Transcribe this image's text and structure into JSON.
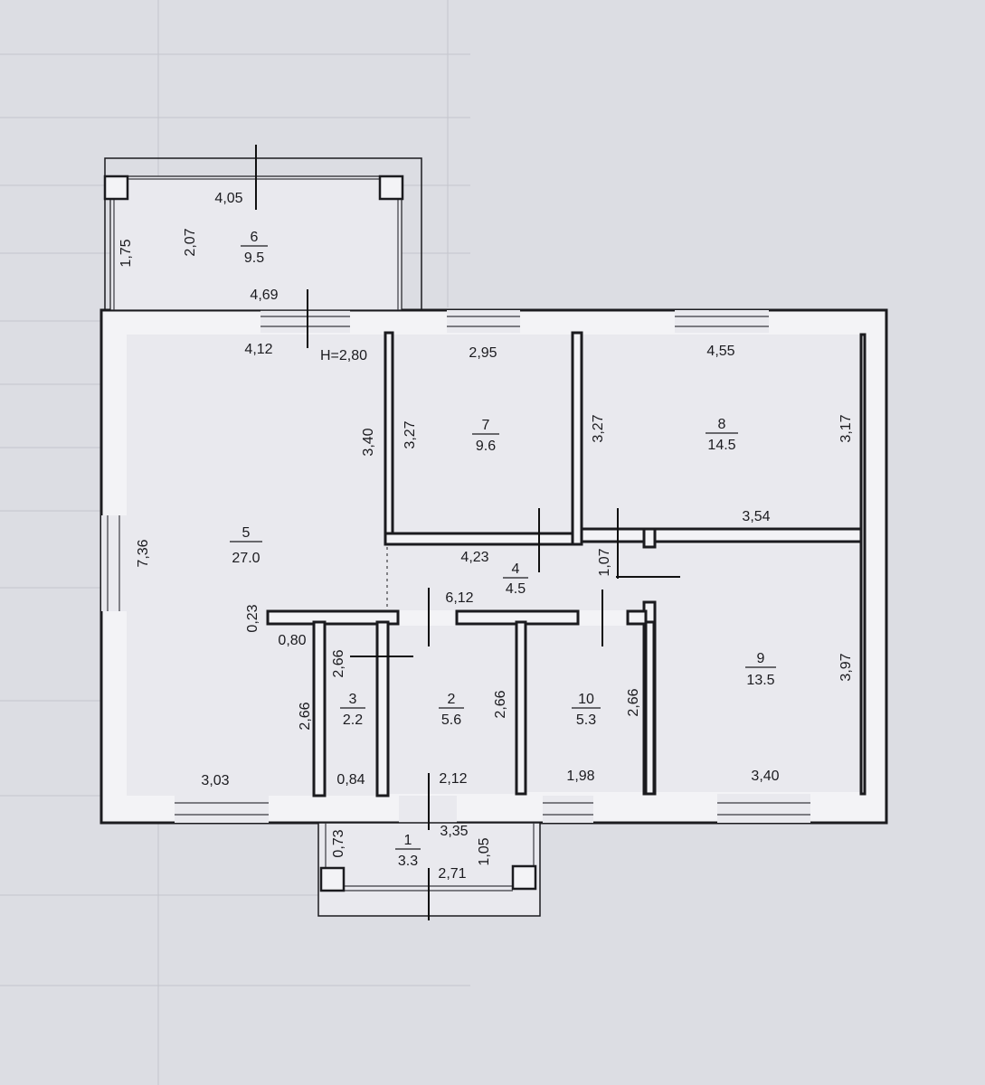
{
  "plan": {
    "ceiling_height_label": "H=2,80"
  },
  "rooms": [
    {
      "id": "room-1",
      "number": "1",
      "area": "3.3"
    },
    {
      "id": "room-2",
      "number": "2",
      "area": "5.6"
    },
    {
      "id": "room-3",
      "number": "3",
      "area": "2.2"
    },
    {
      "id": "room-4",
      "number": "4",
      "area": "4.5"
    },
    {
      "id": "room-5",
      "number": "5",
      "area": "27.0"
    },
    {
      "id": "room-6",
      "number": "6",
      "area": "9.5"
    },
    {
      "id": "room-7",
      "number": "7",
      "area": "9.6"
    },
    {
      "id": "room-8",
      "number": "8",
      "area": "14.5"
    },
    {
      "id": "room-9",
      "number": "9",
      "area": "13.5"
    },
    {
      "id": "room-10",
      "number": "10",
      "area": "5.3"
    }
  ],
  "dimensions": {
    "d_4_05": "4,05",
    "d_1_75": "1,75",
    "d_2_07": "2,07",
    "d_4_69": "4,69",
    "d_4_12": "4,12",
    "d_2_95": "2,95",
    "d_4_55": "4,55",
    "d_3_40_a": "3,40",
    "d_3_27_a": "3,27",
    "d_3_27_b": "3,27",
    "d_3_17": "3,17",
    "d_3_54": "3,54",
    "d_7_36": "7,36",
    "d_4_23": "4,23",
    "d_1_07": "1,07",
    "d_6_12": "6,12",
    "d_0_23": "0,23",
    "d_0_80": "0,80",
    "d_2_66_a": "2,66",
    "d_2_66_b": "2,66",
    "d_2_66_c": "2,66",
    "d_2_66_d": "2,66",
    "d_3_97": "3,97",
    "d_3_03": "3,03",
    "d_0_84": "0,84",
    "d_2_12": "2,12",
    "d_1_98": "1,98",
    "d_3_40_b": "3,40",
    "d_0_73": "0,73",
    "d_3_35": "3,35",
    "d_1_05": "1,05",
    "d_2_71": "2,71"
  },
  "colors": {
    "wall_fill": "#f3f3f6",
    "line": "#1b1b1f",
    "paper": "#dcdde3"
  }
}
